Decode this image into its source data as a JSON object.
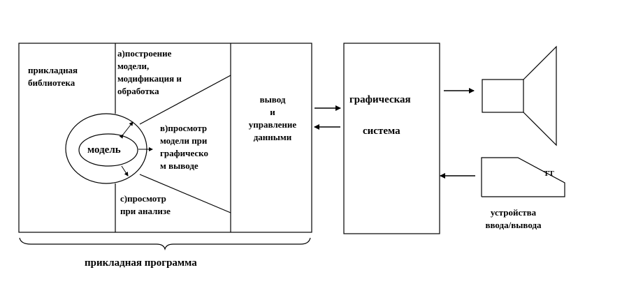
{
  "diagram": {
    "library_label": [
      "прикладная",
      "библиотека"
    ],
    "construction_label": [
      "а)построение",
      "модели,",
      "модификация и",
      "обработка"
    ],
    "model_label": "модель",
    "view_graphic_label": [
      "в)просмотр",
      "модели при",
      "графическо",
      "м выводе"
    ],
    "view_analysis_label": [
      "с)просмотр",
      "при анализе"
    ],
    "data_io_label": [
      "вывод",
      "и",
      "управление",
      "данными"
    ],
    "graphics_system_label": [
      "графическая",
      "система"
    ],
    "io_devices_label": [
      "устройства",
      "ввода/вывода"
    ],
    "application_program_label": "прикладная программа",
    "keyboard_keys_label": "TT"
  }
}
